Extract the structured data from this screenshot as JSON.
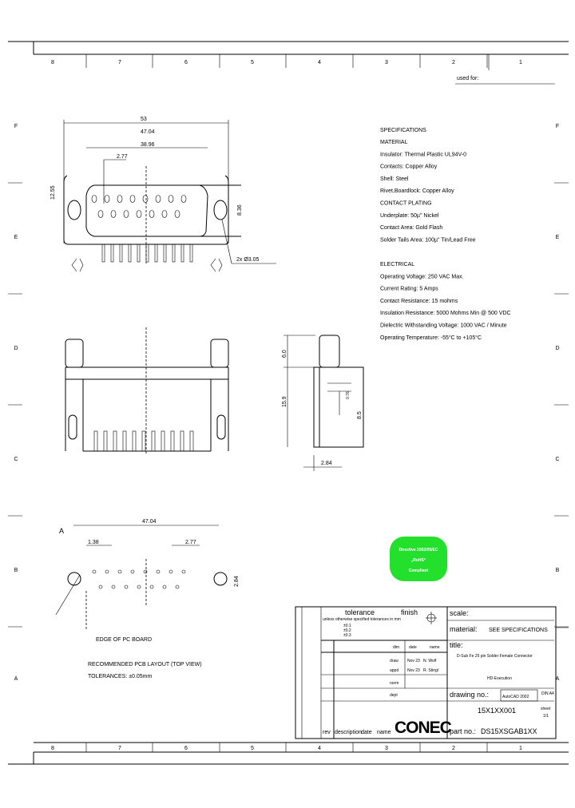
{
  "frame": {
    "columns": [
      "8",
      "7",
      "6",
      "5",
      "4",
      "3",
      "2",
      "1"
    ],
    "rows": [
      "F",
      "E",
      "D",
      "C",
      "B",
      "A"
    ],
    "used_for_label": "used for:"
  },
  "specs": {
    "title": "SPECIFICATIONS",
    "lines": [
      "MATERIAL",
      "Insulator: Thermal Plastic UL94V-0",
      "Contacts: Copper Alloy",
      "Shell: Steel",
      "Rivet,Boardlock: Copper Alloy",
      "CONTACT PLATING",
      "Underplate: 50µ\" Nickel",
      "Contact Area: Gold Flash",
      "Solder Tails Area: 100µ\" Tin/Lead Free",
      "",
      "ELECTRICAL",
      "Operating Voltage: 250 VAC Max.",
      "Current Rating: 5 Amps",
      "Contact Resistance: 15 mohms",
      "Insulation Resistance: 5000 Mohms Min @ 500 VDC",
      "Dielectric Withstanding Voltage: 1000 VAC / Minute",
      "Operating Temperature: -55°C to +105°C"
    ]
  },
  "drawing": {
    "dims_top": [
      "53",
      "47.04",
      "38.96",
      "2.77"
    ],
    "dim_left": "12.55",
    "dim_right": "8.36",
    "hole_note": "2x Ø3.05",
    "side_dims": [
      "6.0",
      "15.9",
      "8.5",
      "0.76"
    ],
    "side_bottom": "2.84",
    "layout_dims": [
      "47.04",
      "1.38",
      "2.77",
      "2.84"
    ],
    "edge_label": "EDGE OF PC BOARD",
    "layout_title": "RECOMMENDED PCB LAYOUT (TOP VIEW)",
    "layout_tolerance": "TOLERANCES: ±0.05mm",
    "warning_mark": "A"
  },
  "rohs": {
    "line1": "Directive 2002/95/EC",
    "line2": "„RoHS“",
    "line3": "Compliant",
    "color": "#22e02c"
  },
  "title_block": {
    "tolerance_label": "tolerance",
    "tolerance_note": "unless otherwise specified tolerances in mm",
    "tol_values": [
      "±0.1",
      "±0.2",
      "±0.3"
    ],
    "finish_label": "finish",
    "scale_label": "scale:",
    "material_label": "material:",
    "material_value": "SEE SPECIFICATIONS",
    "title_label": "title:",
    "title_value": "D-Sub Fe 25 pin Solder Female Connector",
    "title_value2": "HD-Execution",
    "headers": [
      "dim",
      "date",
      "name"
    ],
    "rows": [
      {
        "label": "draw",
        "date": "Nov 23",
        "name": "N. Wolf"
      },
      {
        "label": "appd",
        "date": "Nov 23",
        "name": "R. Stingl"
      },
      {
        "label": "norm",
        "date": "",
        "name": ""
      },
      {
        "label": "dept",
        "date": "",
        "name": ""
      }
    ],
    "drawing_no_label": "drawing no.:",
    "cad_label": "AutoCAD 2002",
    "size_label": "DIN A4",
    "sheet_label": "sheet",
    "sheet_value": "1/1",
    "drawing_no": "15X1XX001",
    "part_no_label": "part no.:",
    "part_no": "DS15XSGAB1XX",
    "rev_headers": [
      "rev",
      "description",
      "date",
      "name"
    ],
    "logo": "CONEC"
  }
}
